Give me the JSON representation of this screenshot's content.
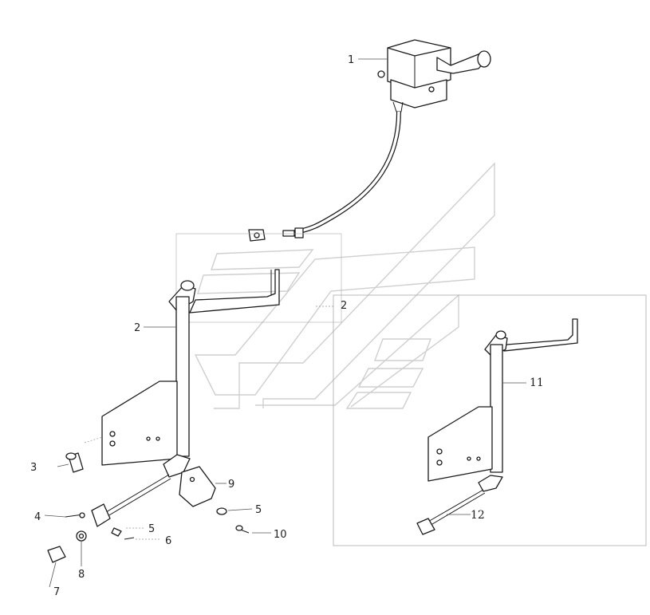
{
  "callouts": [
    {
      "id": "c1",
      "text": "1"
    },
    {
      "id": "c2a",
      "text": "2"
    },
    {
      "id": "c2b",
      "text": "2"
    },
    {
      "id": "c3",
      "text": "3"
    },
    {
      "id": "c4",
      "text": "4"
    },
    {
      "id": "c5a",
      "text": "5"
    },
    {
      "id": "c5b",
      "text": "5"
    },
    {
      "id": "c6",
      "text": "6"
    },
    {
      "id": "c7",
      "text": "7"
    },
    {
      "id": "c8",
      "text": "8"
    },
    {
      "id": "c9",
      "text": "9"
    },
    {
      "id": "c10",
      "text": "10"
    },
    {
      "id": "c11",
      "text": "11"
    },
    {
      "id": "c12",
      "text": "12"
    }
  ],
  "colors": {
    "line": "#1a1a1a",
    "watermark": "#cfcfcf",
    "detail_box": "#aaaaaa"
  }
}
